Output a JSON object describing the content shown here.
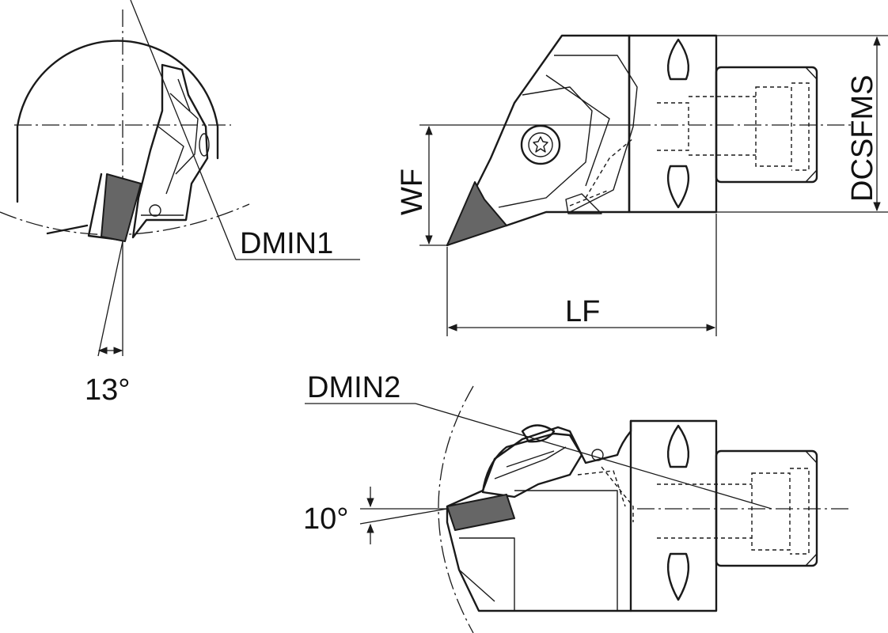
{
  "labels": {
    "dmin1": "DMIN1",
    "angle_top": "13°",
    "wf": "WF",
    "lf": "LF",
    "dcsfms": "DCSFMS",
    "dmin2": "DMIN2",
    "angle_bottom": "10°"
  },
  "colors": {
    "line": "#1a1a1a",
    "insert_fill": "#666666",
    "background": "#ffffff"
  }
}
